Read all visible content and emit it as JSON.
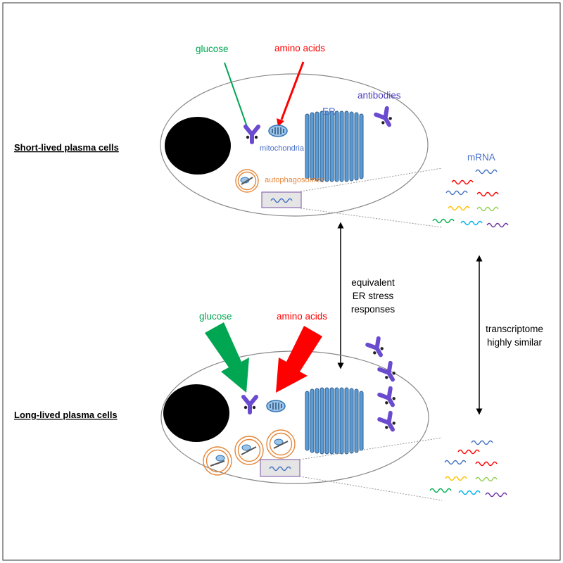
{
  "rows": {
    "short_lived": "Short-lived plasma cells",
    "long_lived": "Long-lived plasma cells"
  },
  "labels": {
    "glucose_top": "glucose",
    "amino_top": "amino acids",
    "antibodies": "antibodies",
    "er": "ER",
    "mitochondria": "mitochondria",
    "autophagosomes": "autophagosomes",
    "mrna": "mRNA",
    "glucose_bottom": "glucose",
    "amino_bottom": "amino acids",
    "er_stress_1": "equivalent",
    "er_stress_2": "ER stress",
    "er_stress_3": "responses",
    "transcriptome_1": "transcriptome",
    "transcriptome_2": "highly similar"
  },
  "colors": {
    "glucose": "#00A651",
    "amino_acids": "#FF0000",
    "antibody": "#6A4BD0",
    "er": "#4A80C0",
    "er_label": "#4A6FC8",
    "mitochondria": "#4A80C0",
    "autophagosome": "#E4873A",
    "mrna_box_fill": "#E5E5E5",
    "mrna_box_stroke": "#8C6BB1",
    "mrna_palette": [
      "#4472C4",
      "#FF0000",
      "#4472C4",
      "#FF0000",
      "#FFC000",
      "#92D050",
      "#00B050",
      "#00B0F0",
      "#7030A0"
    ]
  },
  "icons": [
    "antibody-icon",
    "mitochondrion-icon",
    "nucleus",
    "endoplasmic-reticulum",
    "autophagosome-icon",
    "mrna-wave-icon"
  ]
}
